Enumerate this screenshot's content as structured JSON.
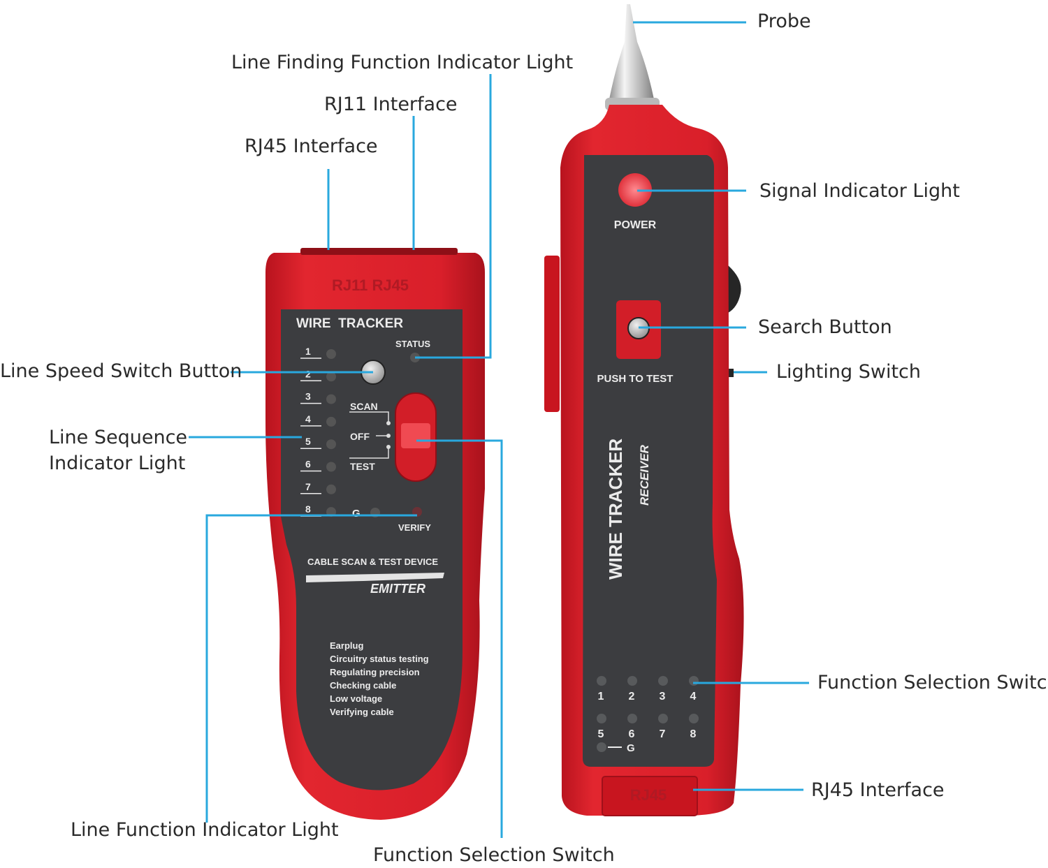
{
  "colors": {
    "leader_line": "#29a8de",
    "device_red": "#d8202b",
    "device_red_dark": "#a5121c",
    "panel_dark": "#3c3d40",
    "panel_text": "#ececec"
  },
  "callouts": {
    "probe": "Probe",
    "line_finding_indicator": "Line Finding Function Indicator Light",
    "rj11_interface": "RJ11 Interface",
    "rj45_interface_top": "RJ45 Interface",
    "signal_indicator": "Signal Indicator Light",
    "search_button": "Search Button",
    "lighting_switch": "Lighting Switch",
    "line_speed_switch": "Line Speed Switch Button",
    "line_sequence_1": "Line Sequence",
    "line_sequence_2": "Indicator Light",
    "function_selection_right": "Function Selection Switch",
    "rj45_interface_right": "RJ45 Interface",
    "line_function_indicator": "Line Function Indicator Light",
    "function_selection_bottom": "Function Selection Switch"
  },
  "emitter": {
    "port_label": "RJ11 RJ45",
    "title": "WIRE  TRACKER",
    "status": "STATUS",
    "line_numbers": [
      "1",
      "2",
      "3",
      "4",
      "5",
      "6",
      "7",
      "8"
    ],
    "ground": "G",
    "verify": "VERIFY",
    "switch_positions": [
      "SCAN",
      "OFF",
      "TEST"
    ],
    "subtitle": "CABLE SCAN & TEST DEVICE",
    "model": "EMITTER",
    "features": [
      "Earplug",
      "Circuitry status testing",
      "Regulating precision",
      "Checking cable",
      "Low voltage",
      "Verifying cable"
    ]
  },
  "receiver": {
    "power": "POWER",
    "push_to_test": "PUSH TO TEST",
    "title": "WIRE TRACKER",
    "subtitle": "RECEIVER",
    "led_numbers": [
      "1",
      "2",
      "3",
      "4",
      "5",
      "6",
      "7",
      "8"
    ],
    "ground": "G",
    "port_label": "RJ45"
  }
}
